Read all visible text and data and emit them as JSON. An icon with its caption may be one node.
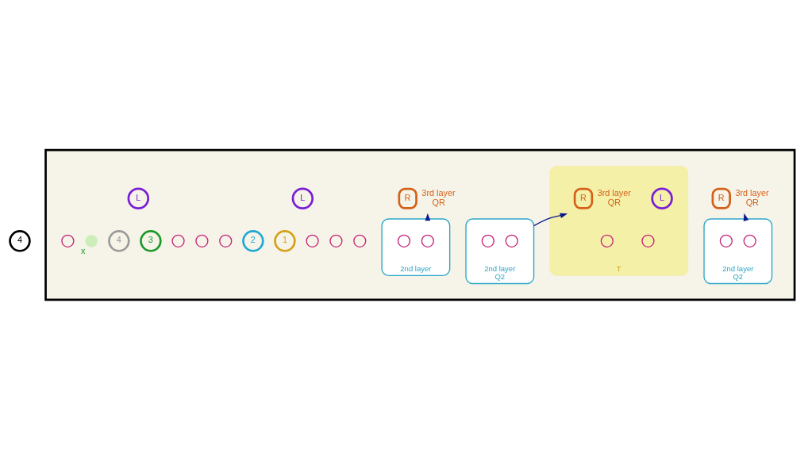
{
  "diagram": {
    "nodes": [
      {
        "text": [
          "4"
        ]
      },
      {
        "text": [],
        "shape": "box"
      },
      {
        "text": [
          "L"
        ],
        "in": 1
      },
      {
        "text": [
          "R"
        ],
        "in": 1,
        "beside": [
          "3rd layer",
          "QR"
        ]
      },
      {
        "text": [],
        "shape": "circle",
        "in": 1
      },
      {
        "text": [],
        "shape": "circle",
        "in": 1
      },
      {
        "text": [],
        "shape": "circle",
        "in": 1
      },
      {
        "text": [],
        "shape": "ellipse",
        "in": 1,
        "beside": [
          "2nd layer",
          "Q2"
        ]
      },
      {
        "text": [],
        "shape": "circle",
        "in": 7
      },
      {
        "text": [],
        "shape": "circle",
        "in": 7
      },
      {
        "text": [
          "T"
        ],
        "in": 1
      },
      {
        "text": [
          "L"
        ],
        "in": 10
      },
      {
        "text": [
          "R"
        ],
        "in": 10,
        "beside": [
          "3rd layer",
          "QR"
        ]
      },
      {
        "text": [],
        "shape": "circle",
        "in": 10
      },
      {
        "text": [],
        "shape": "circle",
        "in": 10
      },
      {
        "text": [
          "1"
        ],
        "in": 1
      },
      {
        "text": [
          "2"
        ],
        "in": 1
      },
      {
        "text": [],
        "shape": "circle",
        "in": 1
      },
      {
        "text": [],
        "shape": "ellipse",
        "in": 1,
        "beside": [
          "2nd layer",
          "Q2"
        ]
      },
      {
        "text": [],
        "shape": "circle",
        "in": 18
      },
      {
        "text": [],
        "shape": "circle",
        "in": 18
      },
      {
        "text": [
          "L"
        ],
        "in": 1
      },
      {
        "text": [
          "R"
        ],
        "in": 1,
        "beside": [
          "3rd layer",
          "QR"
        ]
      },
      {
        "text": [],
        "shape": "circle",
        "in": 1
      },
      {
        "text": [],
        "shape": "circle",
        "in": 1
      },
      {
        "text": [
          "3"
        ],
        "in": 1
      },
      {
        "text": [
          "4"
        ],
        "in": 1
      },
      {
        "text": [],
        "shape": "circle",
        "in": 1,
        "beside": [
          "x"
        ]
      },
      {
        "text": [],
        "shape": "circle",
        "in": 1
      },
      {
        "text": [],
        "shape": "ellipse",
        "in": 1,
        "beside": [
          "2nd layer"
        ]
      },
      {
        "text": [],
        "shape": "circle",
        "in": 29
      },
      {
        "text": [],
        "shape": "circle",
        "in": 29
      }
    ],
    "edges": [
      {
        "from": 7,
        "to": 3,
        "arrow": "to"
      },
      {
        "from": 18,
        "to": 12,
        "arrow": "to"
      },
      {
        "from": 29,
        "to": 22,
        "arrow": "to"
      }
    ]
  }
}
